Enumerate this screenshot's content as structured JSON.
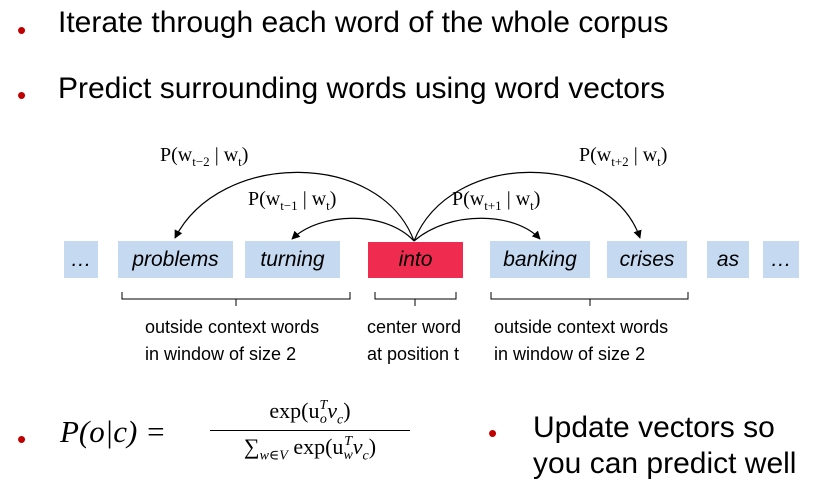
{
  "bullets": {
    "b1": "Iterate through each word of the whole corpus",
    "b2": "Predict surrounding words using word vectors",
    "b3": "Update vectors so",
    "b3b": "you can predict well"
  },
  "words": {
    "ellipsis_left": "…",
    "problems": "problems",
    "turning": "turning",
    "into": "into",
    "banking": "banking",
    "crises": "crises",
    "as": "as",
    "ellipsis_right": "…"
  },
  "captions": {
    "left_1": "outside context words",
    "left_2": "in window of size 2",
    "center_1": "center word",
    "center_2": "at position t",
    "right_1": "outside context words",
    "right_2": "in window of size 2"
  },
  "probs": {
    "p_tm2": {
      "pre": "P(w",
      "sub": "t−2",
      "mid": " | w",
      "sub2": "t",
      "post": ")"
    },
    "p_tm1": {
      "pre": "P(w",
      "sub": "t−1",
      "mid": " | w",
      "sub2": "t",
      "post": ")"
    },
    "p_tp1": {
      "pre": "P(w",
      "sub": "t+1",
      "mid": " | w",
      "sub2": "t",
      "post": ")"
    },
    "p_tp2": {
      "pre": "P(w",
      "sub": "t+2",
      "mid": " | w",
      "sub2": "t",
      "post": ")"
    }
  },
  "formula": {
    "lhs": "P(o|c) =",
    "num_pre": "exp(u",
    "num_sup": "T",
    "num_sub": "o",
    "num_mid": "v",
    "num_sub2": "c",
    "num_post": ")",
    "den_sum": "∑",
    "den_sumsub": "w∈V",
    "den_pre": " exp(u",
    "den_sup": "T",
    "den_sub": "w",
    "den_mid": "v",
    "den_sub2": "c",
    "den_post": ")"
  },
  "colors": {
    "bullet": "#c00000",
    "box": "#c5d9f1",
    "center_box": "#ef2c4f"
  }
}
